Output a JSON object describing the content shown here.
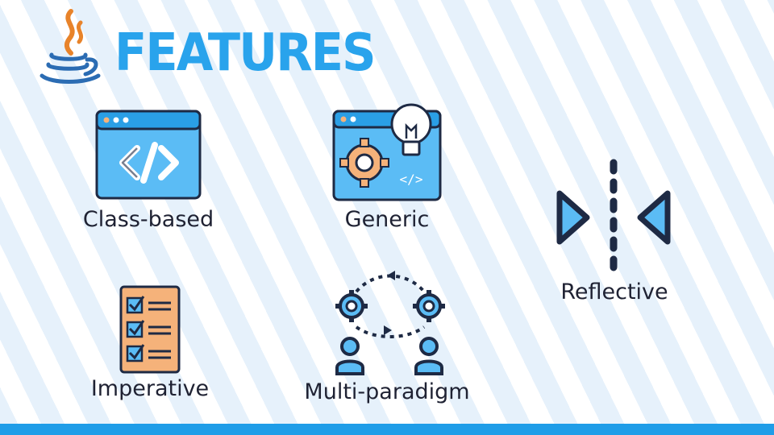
{
  "slide": {
    "title": "FEATURES",
    "features": [
      {
        "label": "Class-based",
        "icon": "code-window-icon"
      },
      {
        "label": "Generic",
        "icon": "gear-lightbulb-icon"
      },
      {
        "label": "Reflective",
        "icon": "mirror-arrows-icon"
      },
      {
        "label": "Imperative",
        "icon": "checklist-icon"
      },
      {
        "label": "Multi-paradigm",
        "icon": "gears-people-cycle-icon"
      }
    ]
  },
  "colors": {
    "title": "#29a3ec",
    "stripe_light": "#e6f1fb",
    "bottom_bar": "#1f9de8",
    "icon_blue": "#5bbcf5",
    "icon_orange": "#f5b27a",
    "outline": "#1e2a44"
  }
}
